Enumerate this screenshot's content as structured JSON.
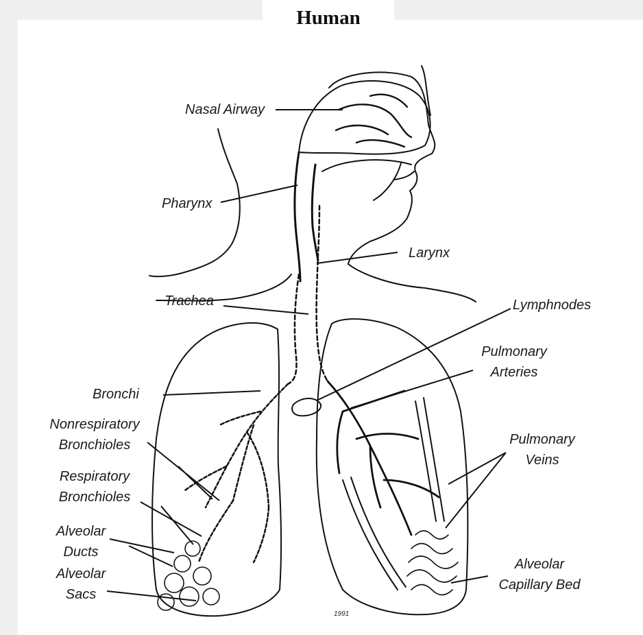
{
  "diagram": {
    "title": "Human",
    "signature": "1991",
    "labels": {
      "nasal_airway": "Nasal Airway",
      "pharynx": "Pharynx",
      "larynx": "Larynx",
      "trachea": "Trachea",
      "lymphnodes": "Lymphnodes",
      "pulmonary_arteries": [
        "Pulmonary",
        "Arteries"
      ],
      "bronchi": "Bronchi",
      "nonrespiratory_bronchioles": [
        "Nonrespiratory",
        "Bronchioles"
      ],
      "pulmonary_veins": [
        "Pulmonary",
        "Veins"
      ],
      "respiratory_bronchioles": [
        "Respiratory",
        "Bronchioles"
      ],
      "alveolar_ducts": [
        "Alveolar",
        "Ducts"
      ],
      "alveolar_sacs": [
        "Alveolar",
        "Sacs"
      ],
      "alveolar_capillary_bed": [
        "Alveolar",
        "Capillary Bed"
      ]
    }
  }
}
